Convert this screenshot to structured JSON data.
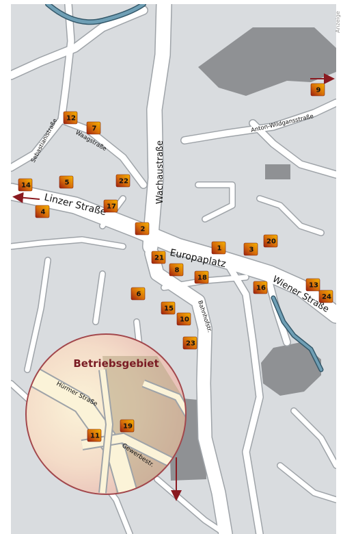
{
  "side_note": "Anzeige",
  "inset_title": "Betriebsgebiet",
  "streets": {
    "linzer": "Linzer Straße",
    "europaplatz": "Europaplatz",
    "wiener": "Wiener Straße",
    "wachau": "Wachaustraße",
    "sebastiani": "Sebastianistraße",
    "waag": "Waagstraße",
    "anton": "Anton-Wildgansstraße",
    "bahnhof": "Bahnhofstr.",
    "huermer": "Hürmer Straße",
    "gewerbe": "Gewerbestr."
  },
  "markers": [
    {
      "num": "1"
    },
    {
      "num": "2"
    },
    {
      "num": "3"
    },
    {
      "num": "4"
    },
    {
      "num": "5"
    },
    {
      "num": "6"
    },
    {
      "num": "7"
    },
    {
      "num": "8"
    },
    {
      "num": "9"
    },
    {
      "num": "10"
    },
    {
      "num": "11"
    },
    {
      "num": "12"
    },
    {
      "num": "13"
    },
    {
      "num": "14"
    },
    {
      "num": "15"
    },
    {
      "num": "16"
    },
    {
      "num": "17"
    },
    {
      "num": "18"
    },
    {
      "num": "19"
    },
    {
      "num": "20"
    },
    {
      "num": "21"
    },
    {
      "num": "22"
    },
    {
      "num": "23"
    },
    {
      "num": "24"
    }
  ],
  "colors": {
    "background": "#d9dcdf",
    "road": "#ffffff",
    "road_edge": "#9ea3a8",
    "building": "#8f9194",
    "river": "#5f8fa6",
    "marker_light": "#f6a800",
    "marker_dark": "#9b1f10",
    "arrow": "#8a1a20",
    "inset_fill": "#eecfc8",
    "inset_border": "#a2474c",
    "title": "#7a1c24"
  }
}
